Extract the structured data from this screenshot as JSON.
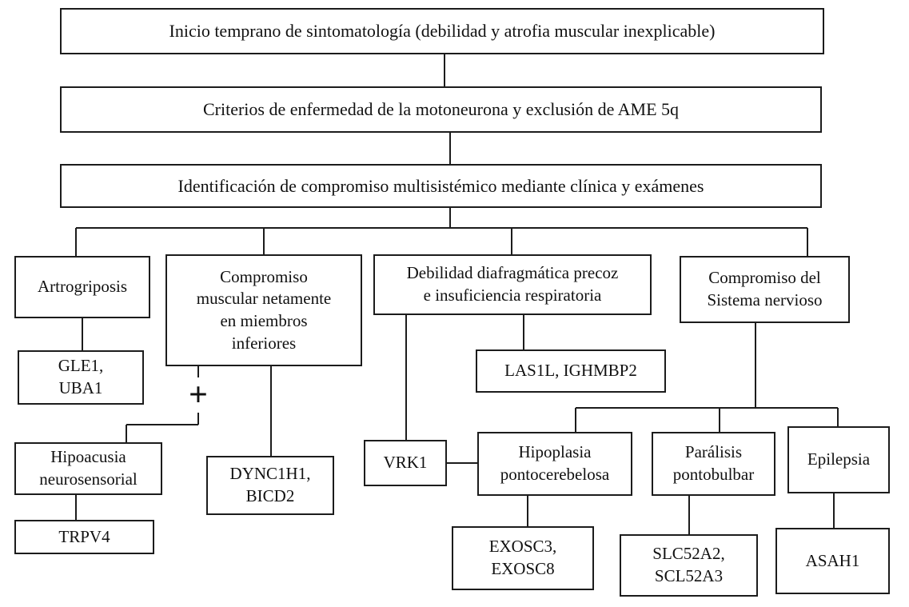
{
  "colors": {
    "border": "#1c1c1c",
    "line": "#1c1c1c",
    "text": "#111111",
    "background": "#ffffff"
  },
  "nodes": {
    "inicio": {
      "label": "Inicio temprano de sintomatología (debilidad y atrofia muscular inexplicable)"
    },
    "criterios": {
      "label": "Criterios de enfermedad de la motoneurona y exclusión de AME 5q"
    },
    "identificacion": {
      "label": "Identificación de compromiso multisistémico mediante clínica y exámenes"
    },
    "artrogriposis": {
      "label": "Artrogriposis"
    },
    "compromiso_muscular": {
      "label": "Compromiso\nmuscular netamente\nen miembros\ninferiores"
    },
    "debilidad_diafragmatica": {
      "label": "Debilidad diafragmática precoz\ne insuficiencia respiratoria"
    },
    "sistema_nervioso": {
      "label": "Compromiso del\nSistema nervioso"
    },
    "gle1_uba1": {
      "label": "GLE1,\nUBA1"
    },
    "hipoacusia": {
      "label": "Hipoacusia\nneurosensorial"
    },
    "trpv4": {
      "label": "TRPV4"
    },
    "dync1h1_bicd2": {
      "label": "DYNC1H1,\nBICD2"
    },
    "vrk1": {
      "label": "VRK1"
    },
    "las1l_ighmbp2": {
      "label": "LAS1L, IGHMBP2"
    },
    "hipoplasia": {
      "label": "Hipoplasia\npontocerebelosa"
    },
    "paralisis": {
      "label": "Parálisis\npontobulbar"
    },
    "epilepsia": {
      "label": "Epilepsia"
    },
    "exosc3_exosc8": {
      "label": "EXOSC3,\nEXOSC8"
    },
    "slc52a2_scl52a3": {
      "label": "SLC52A2,\nSCL52A3"
    },
    "asah1": {
      "label": "ASAH1"
    },
    "plus": {
      "label": "+"
    }
  },
  "edges": [
    {
      "from": "inicio",
      "to": "criterios"
    },
    {
      "from": "criterios",
      "to": "identificacion"
    },
    {
      "from": "identificacion",
      "to": "artrogriposis"
    },
    {
      "from": "identificacion",
      "to": "compromiso_muscular"
    },
    {
      "from": "identificacion",
      "to": "debilidad_diafragmatica"
    },
    {
      "from": "identificacion",
      "to": "sistema_nervioso"
    },
    {
      "from": "artrogriposis",
      "to": "gle1_uba1"
    },
    {
      "from": "compromiso_muscular",
      "to": "dync1h1_bicd2"
    },
    {
      "from": "compromiso_muscular",
      "to": "hipoacusia",
      "via": "plus"
    },
    {
      "from": "hipoacusia",
      "to": "trpv4"
    },
    {
      "from": "debilidad_diafragmatica",
      "to": "las1l_ighmbp2"
    },
    {
      "from": "debilidad_diafragmatica",
      "to": "vrk1"
    },
    {
      "from": "vrk1",
      "to": "hipoplasia"
    },
    {
      "from": "sistema_nervioso",
      "to": "hipoplasia"
    },
    {
      "from": "sistema_nervioso",
      "to": "paralisis"
    },
    {
      "from": "sistema_nervioso",
      "to": "epilepsia"
    },
    {
      "from": "hipoplasia",
      "to": "exosc3_exosc8"
    },
    {
      "from": "paralisis",
      "to": "slc52a2_scl52a3"
    },
    {
      "from": "epilepsia",
      "to": "asah1"
    }
  ]
}
